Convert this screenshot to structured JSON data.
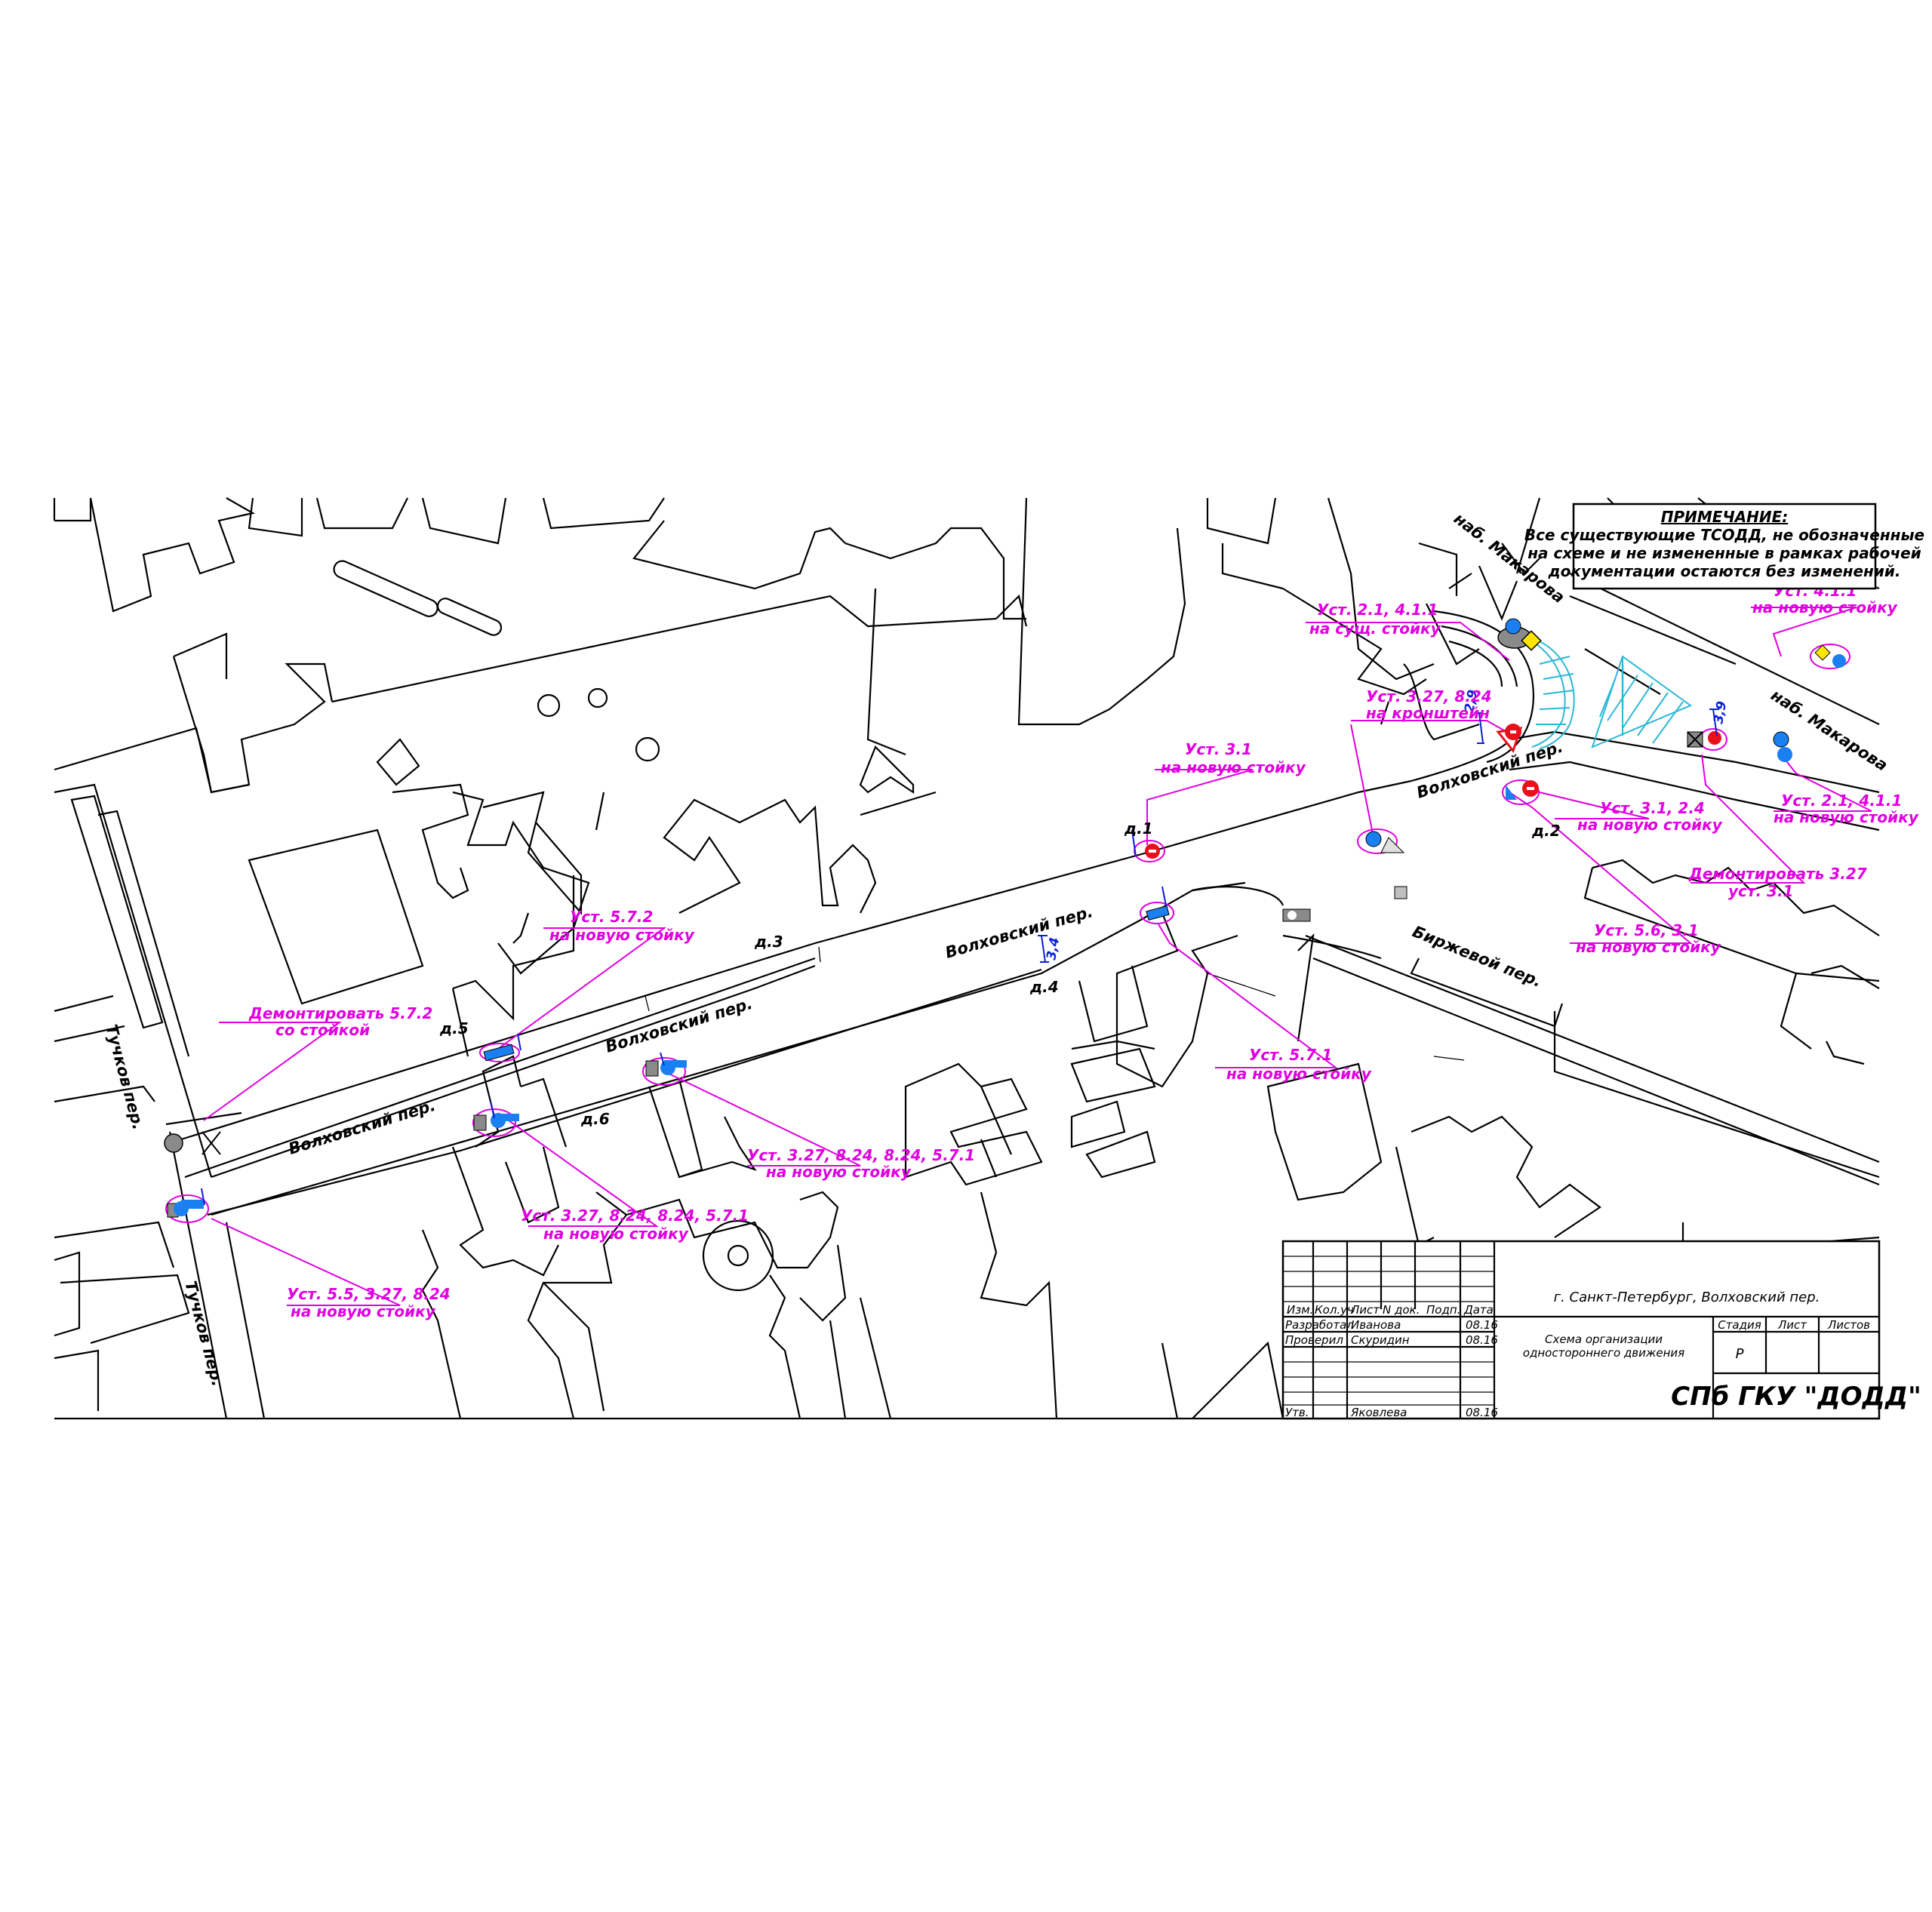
{
  "colors": {
    "linework": "#000000",
    "annotation": "#e000e0",
    "sign_blue": "#1a7ff0",
    "sign_red": "#e8101a",
    "sign_grey": "#8a8a8a",
    "dimension_blue": "#0a1fd6",
    "hatch_cyan": "#2bb8d6"
  },
  "note": {
    "title": "ПРИМЕЧАНИЕ:",
    "lines": [
      "Все существующие ТСОДД, не обозначенные",
      "на схеме и не измененные в рамках рабочей",
      "документации остаются без изменений."
    ]
  },
  "streets": {
    "naberezhnaya_top": "наб. Макарова",
    "naberezhnaya_right": "наб. Макарова",
    "volkhovsky_1": "Волховский пер.",
    "volkhovsky_2": "Волховский пер.",
    "volkhovsky_3": "Волховский пер.",
    "volkhovsky_4": "Волховский пер.",
    "birzhevoy": "Биржевой пер.",
    "tuchkov_top": "Тучков пер.",
    "tuchkov_bottom": "Тучков пер."
  },
  "houses": {
    "d1": "д.1",
    "d2": "д.2",
    "d3": "д.3",
    "d4": "д.4",
    "d5": "д.5",
    "d6": "д.6"
  },
  "dimensions": {
    "dim_29": "2,9",
    "dim_39": "3,9",
    "dim_34": "3,4"
  },
  "callouts": [
    {
      "line1": "Уст. 2.1, 4.1.1",
      "line2": "на сущ. стойку"
    },
    {
      "line1": "Уст. 4.1.1",
      "line2": "на новую стойку"
    },
    {
      "line1": "Уст. 3.27, 8.24",
      "line2": "на кронштейн"
    },
    {
      "line1": "Уст. 3.1",
      "line2": "на новую стойку"
    },
    {
      "line1": "Уст. 3.1, 2.4",
      "line2": "на новую стойку"
    },
    {
      "line1": "Уст. 2.1, 4.1.1",
      "line2": "на новую стойку"
    },
    {
      "line1": "Демонтировать 3.27",
      "line2": "уст. 3.1"
    },
    {
      "line1": "Уст. 5.6, 3.1",
      "line2": "на новую стойку"
    },
    {
      "line1": "Уст. 5.7.2",
      "line2": "на новую стойку"
    },
    {
      "line1": "Уст. 5.7.1",
      "line2": "на новую стойку"
    },
    {
      "line1": "Демонтировать 5.7.2",
      "line2": "со стойкой"
    },
    {
      "line1": "Уст. 3.27, 8.24, 8.24, 5.7.1",
      "line2": "на новую стойку"
    },
    {
      "line1": "Уст. 3.27, 8.24, 8.24, 5.7.1",
      "line2": "на новую стойку"
    },
    {
      "line1": "Уст. 5.5, 3.27, 8.24",
      "line2": "на новую стойку"
    }
  ],
  "title_block": {
    "location": "г. Санкт-Петербург, Волховский пер.",
    "doc_title_1": "Схема организации",
    "doc_title_2": "одностороннего движения",
    "organization": "СПб ГКУ \"ДОДД\"",
    "headers": [
      "Изм.",
      "Кол.уч",
      "Лист",
      "N док.",
      "Подп.",
      "Дата"
    ],
    "stage_headers": [
      "Стадия",
      "Лист",
      "Листов"
    ],
    "stage_value": "Р",
    "rows": [
      {
        "role": "Разработал",
        "name": "Иванова",
        "date": "08.16"
      },
      {
        "role": "Проверил",
        "name": "Скуридин",
        "date": "08.16"
      },
      {
        "role": "Утв.",
        "name": "Яковлева",
        "date": "08.16"
      }
    ]
  }
}
